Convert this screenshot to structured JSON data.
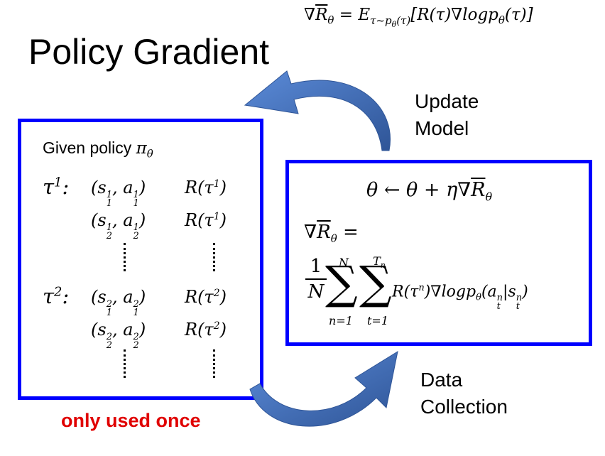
{
  "title": "Policy Gradient",
  "top_formula": "∇R̄θ = Eτ~pθ(τ)[R(τ)∇logpθ(τ)]",
  "left_box": {
    "given_label": "Given policy πθ",
    "episodes": [
      {
        "tau": "τ¹:",
        "rows": [
          {
            "pair": "(s₁¹, a₁¹)",
            "reward": "R(τ¹)"
          },
          {
            "pair": "(s₂¹, a₂¹)",
            "reward": "R(τ¹)"
          }
        ]
      },
      {
        "tau": "τ²:",
        "rows": [
          {
            "pair": "(s₁², a₁²)",
            "reward": "R(τ²)"
          },
          {
            "pair": "(s₂², a₂²)",
            "reward": "R(τ²)"
          }
        ]
      }
    ]
  },
  "right_box": {
    "update_rule": "θ ← θ + η∇R̄θ",
    "grad_lhs": "∇R̄θ =",
    "frac_num": "1",
    "frac_den": "N",
    "sum1_top": "N",
    "sum1_bottom": "n=1",
    "sum2_top": "Tn",
    "sum2_bottom": "t=1",
    "sum_body": "R(τⁿ)∇logpθ(aₜⁿ|sₜⁿ)"
  },
  "update_label": [
    "Update",
    "Model"
  ],
  "collect_label": [
    "Data",
    "Collection"
  ],
  "note": "only used once",
  "colors": {
    "box": "#0000ff",
    "arrow": "#4472c4",
    "note": "#e00000"
  }
}
